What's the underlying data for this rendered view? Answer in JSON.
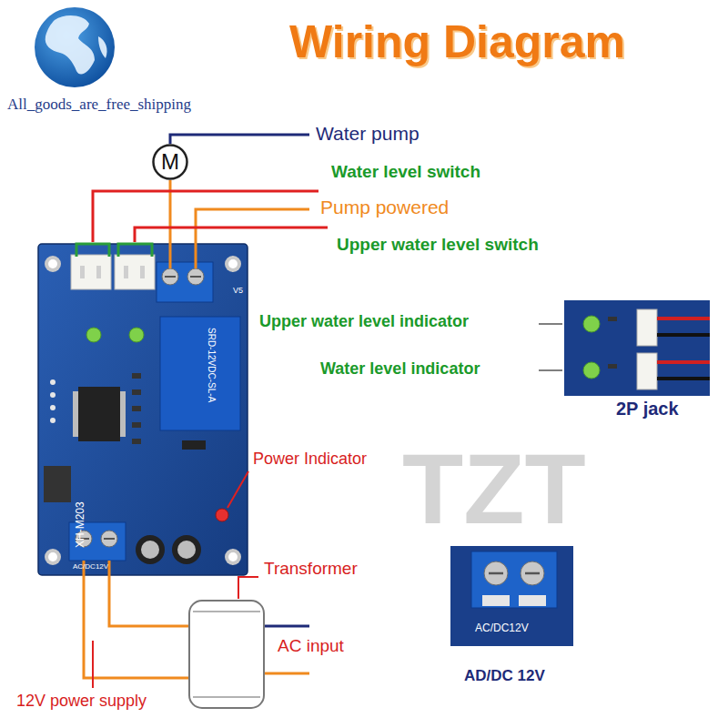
{
  "diagram": {
    "title": "Wiring Diagram",
    "nodes": [
      {
        "text": [
          "M"
        ]
      }
    ],
    "labels": [
      "All_goods_are_free_shipping",
      "Water pump",
      "Water level switch",
      "Pump powered",
      "Upper water level switch",
      "Upper water level indicator",
      "Water level indicator",
      "2P jack",
      "Power Indicator",
      "Transformer",
      "AC input",
      "12V power supply",
      "AD/DC 12V",
      "XH-M203",
      "AC/DC12V",
      "SRD-12VDC-SL-A",
      "V5",
      "AC/DC12V",
      "TZT"
    ]
  }
}
